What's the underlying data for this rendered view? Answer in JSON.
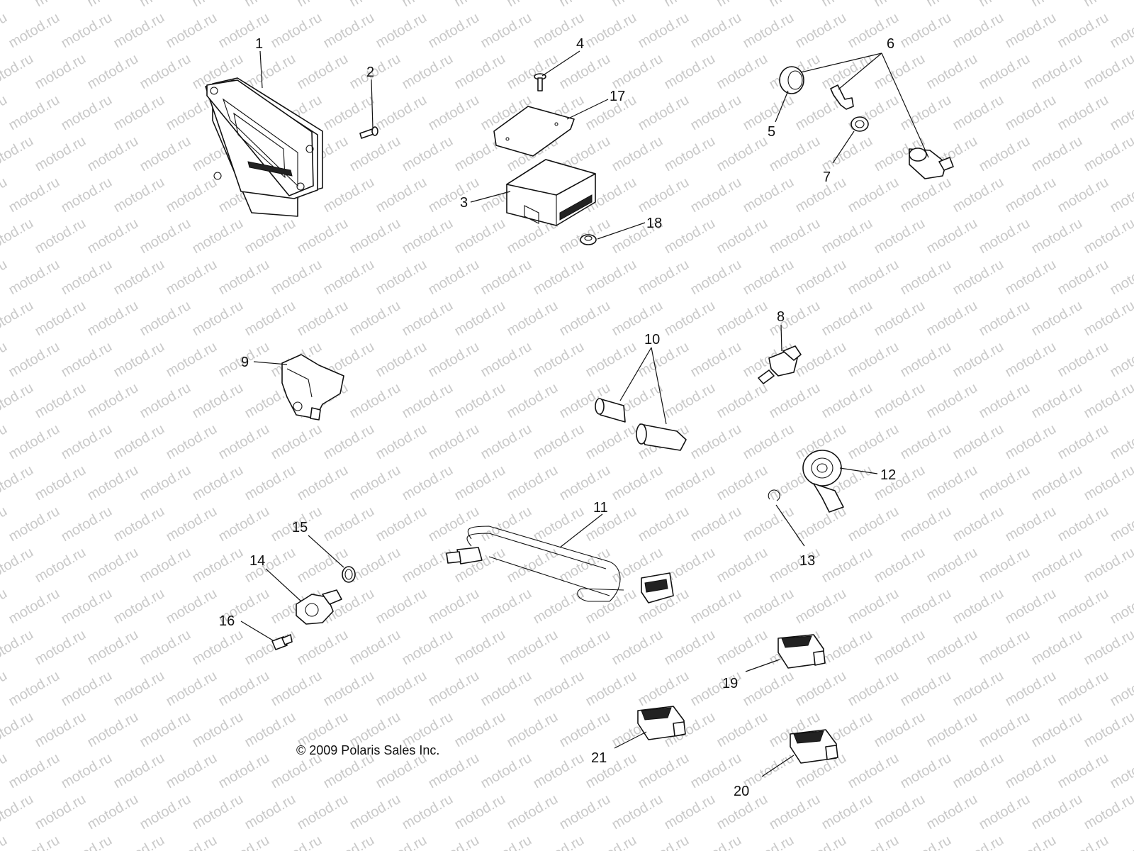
{
  "watermark": "motod.ru",
  "copyright": "© 2009 Polaris Sales Inc.",
  "callouts": {
    "c1": "1",
    "c2": "2",
    "c3": "3",
    "c4": "4",
    "c5": "5",
    "c6": "6",
    "c7": "7",
    "c8": "8",
    "c9": "9",
    "c10": "10",
    "c11": "11",
    "c12": "12",
    "c13": "13",
    "c14": "14",
    "c15": "15",
    "c16": "16",
    "c17": "17",
    "c18": "18",
    "c19": "19",
    "c20": "20",
    "c21": "21"
  },
  "colors": {
    "line": "#111111",
    "watermark": "#c9c9c9",
    "background": "#ffffff"
  }
}
